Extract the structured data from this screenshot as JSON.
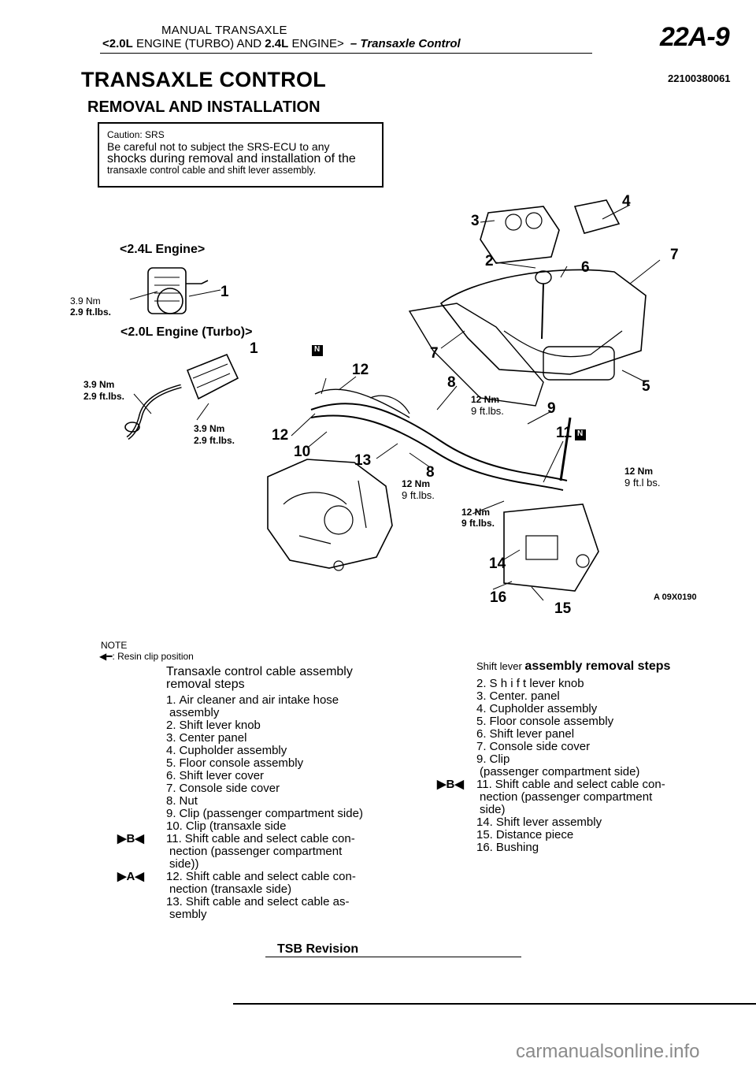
{
  "header": {
    "line1": "MANUAL TRANSAXLE",
    "variant_a": "<2.0L",
    "line2_mid": " ENGINE (TURBO) AND ",
    "variant_b": "2.4L",
    "line2_end": " ENGINE>",
    "section": "– Transaxle Control",
    "page_number": "22A-9"
  },
  "title": "TRANSAXLE CONTROL",
  "doc_id": "22100380061",
  "subtitle": "REMOVAL AND INSTALLATION",
  "caution": {
    "line1": "Caution: SRS",
    "line2": "Be careful not to subject the SRS-ECU to any",
    "line3": "shocks during removal and installation of the",
    "line4": "transaxle control cable and shift lever assembly."
  },
  "diagram": {
    "variant_24": "<2.4L Engine>",
    "variant_20t": "<2.0L Engine (Turbo)>",
    "torque_a1": "3.9 Nm",
    "torque_a2": "2.9 ft.lbs.",
    "torque_b1": "3.9 Nm",
    "torque_b2": "2.9 ft.lbs.",
    "torque_c1": "3.9 Nm",
    "torque_c2": "2.9 ft.lbs.",
    "torque_d1": "12 Nm",
    "torque_d2": "9 ft.lbs.",
    "torque_e1": "12 Nm",
    "torque_e2": "9 ft.lbs.",
    "torque_f1": "12 Nm",
    "torque_f2": "9 ft.l bs.",
    "torque_g1": "12 Nm",
    "torque_g2": "9 ft.lbs.",
    "figure_code": "A 09X0190",
    "labels": [
      "1",
      "1",
      "2",
      "3",
      "4",
      "5",
      "6",
      "7",
      "7",
      "8",
      "8",
      "9",
      "10",
      "11",
      "12",
      "12",
      "13",
      "14",
      "15",
      "16"
    ],
    "n_marker": "N"
  },
  "note": {
    "heading": "NOTE",
    "text": ": Resin clip position"
  },
  "left_steps": {
    "heading1": "Transaxle control cable assembly",
    "heading2": "removal steps",
    "items": [
      {
        "num": "1.",
        "text": "Air cleaner and air intake hose"
      },
      {
        "num": "",
        "text": "assembly"
      },
      {
        "num": "2.",
        "text": "Shift lever knob"
      },
      {
        "num": "3.",
        "text": "Center panel"
      },
      {
        "num": "4.",
        "text": "Cupholder assembly"
      },
      {
        "num": "5.",
        "text": "Floor console assembly"
      },
      {
        "num": "6.",
        "text": "Shift lever cover"
      },
      {
        "num": "7.",
        "text": "Console side cover"
      },
      {
        "num": "8.",
        "text": "Nut"
      },
      {
        "num": "9.",
        "text": "Clip (passenger compartment side)"
      },
      {
        "num": "10.",
        "text": "Clip (transaxle side"
      },
      {
        "num": "11.",
        "text": "Shift cable and select cable con-",
        "marker": "▶B◀"
      },
      {
        "num": "",
        "text": "nection (passenger compartment"
      },
      {
        "num": "",
        "text": "side))"
      },
      {
        "num": "12.",
        "text": "Shift cable and select cable con-",
        "marker": "▶A◀"
      },
      {
        "num": "",
        "text": "nection (transaxle side)"
      },
      {
        "num": "13.",
        "text": "Shift cable and select cable as-"
      },
      {
        "num": "",
        "text": "sembly"
      }
    ]
  },
  "right_steps": {
    "heading_pre": "Shift lever ",
    "heading_bold": "assembly removal steps",
    "items": [
      {
        "num": "2.",
        "text": "S h i f t  lever knob"
      },
      {
        "num": "3.",
        "text": "Center.    panel"
      },
      {
        "num": "4.",
        "text": "Cupholder assembly"
      },
      {
        "num": "5.",
        "text": "Floor console assembly"
      },
      {
        "num": "6.",
        "text": "Shift lever panel"
      },
      {
        "num": "7.",
        "text": "Console side cover"
      },
      {
        "num": "9.",
        "text": "Clip"
      },
      {
        "num": "",
        "text": "(passenger compartment side)"
      },
      {
        "num": "11.",
        "text": "Shift cable and select cable con-",
        "marker": "▶B◀"
      },
      {
        "num": "",
        "text": "nection (passenger compartment"
      },
      {
        "num": "",
        "text": "side)"
      },
      {
        "num": "14.",
        "text": "Shift lever assembly"
      },
      {
        "num": "15.",
        "text": "Distance piece"
      },
      {
        "num": "16.",
        "text": "Bushing"
      }
    ]
  },
  "footer": {
    "tsb": "TSB Revision",
    "watermark": "carmanualsonline.info"
  }
}
